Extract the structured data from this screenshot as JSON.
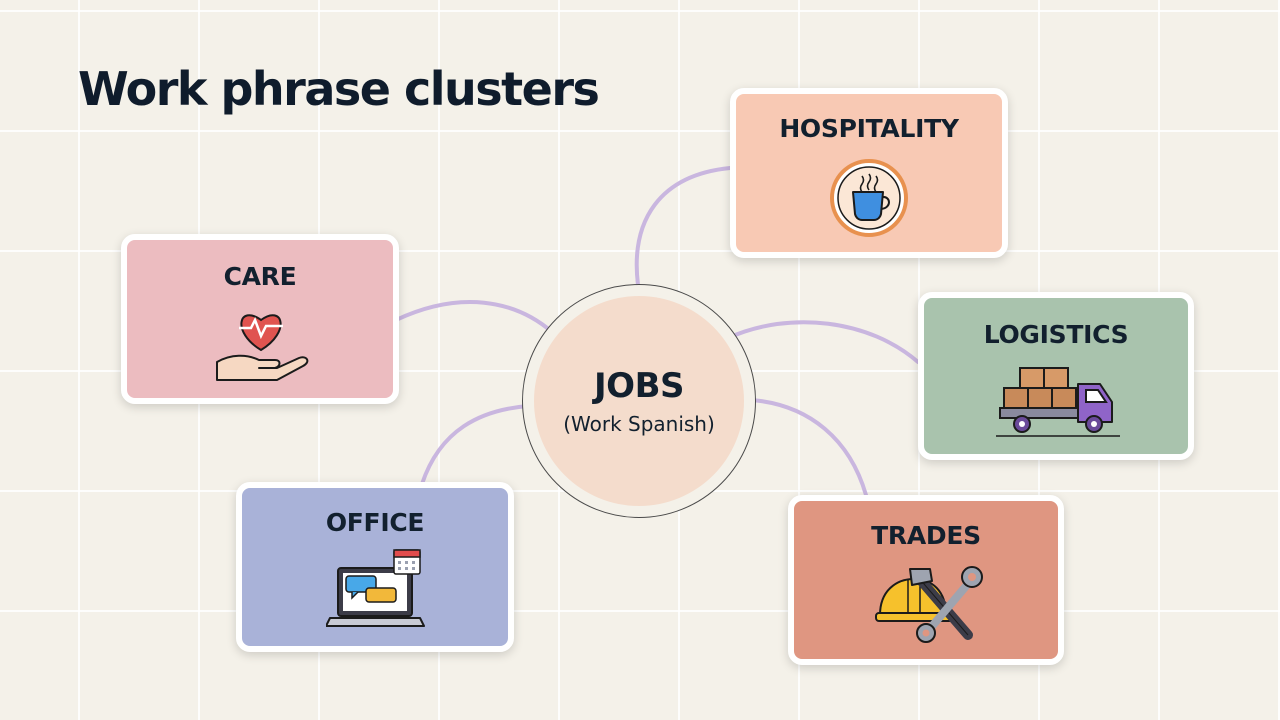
{
  "title": "Work phrase clusters",
  "hub": {
    "title": "JOBS",
    "subtitle": "(Work Spanish)"
  },
  "clusters": [
    {
      "label": "CARE",
      "icon": "heart-in-hand-icon",
      "color": "#ecbcc0"
    },
    {
      "label": "HOSPITALITY",
      "icon": "coffee-cup-icon",
      "color": "#f8c9b4"
    },
    {
      "label": "LOGISTICS",
      "icon": "delivery-truck-icon",
      "color": "#a9c3ad"
    },
    {
      "label": "OFFICE",
      "icon": "laptop-chat-calendar-icon",
      "color": "#a9b2d8"
    },
    {
      "label": "TRADES",
      "icon": "hardhat-tools-icon",
      "color": "#df9681"
    }
  ],
  "colors": {
    "connector": "#c9b6df",
    "text": "#12202e",
    "background": "#f4f1e9"
  }
}
